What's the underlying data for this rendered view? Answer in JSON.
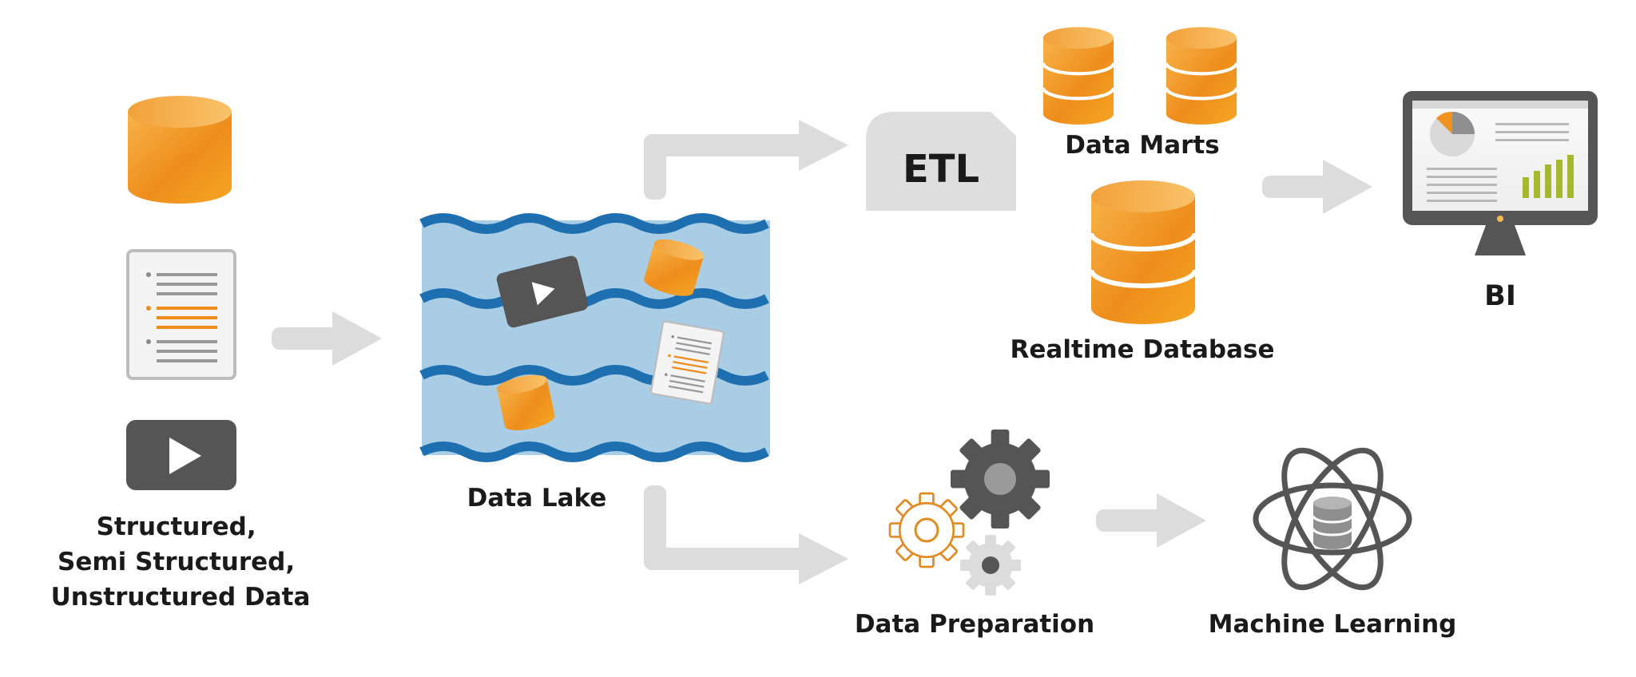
{
  "sources": {
    "label_lines": [
      "Structured,",
      "Semi Structured,",
      "Unstructured Data"
    ]
  },
  "data_lake": {
    "label": "Data Lake"
  },
  "etl": {
    "label": "ETL"
  },
  "data_marts": {
    "label": "Data Marts"
  },
  "realtime_db": {
    "label": "Realtime Database"
  },
  "bi": {
    "label": "BI"
  },
  "data_prep": {
    "label": "Data Preparation"
  },
  "ml": {
    "label": "Machine Learning"
  },
  "colors": {
    "orange": "#f0931e",
    "orange_light": "#f6b94e",
    "water": "#a9cde5",
    "wave": "#1e6fb0",
    "arrow": "#dcdcdc",
    "dark": "#555555",
    "green": "#a7b82e"
  },
  "icons": [
    "database-icon",
    "document-icon",
    "video-play-icon",
    "gear-icon",
    "atom-icon",
    "monitor-icon",
    "pie-chart-icon",
    "bar-chart-icon"
  ]
}
